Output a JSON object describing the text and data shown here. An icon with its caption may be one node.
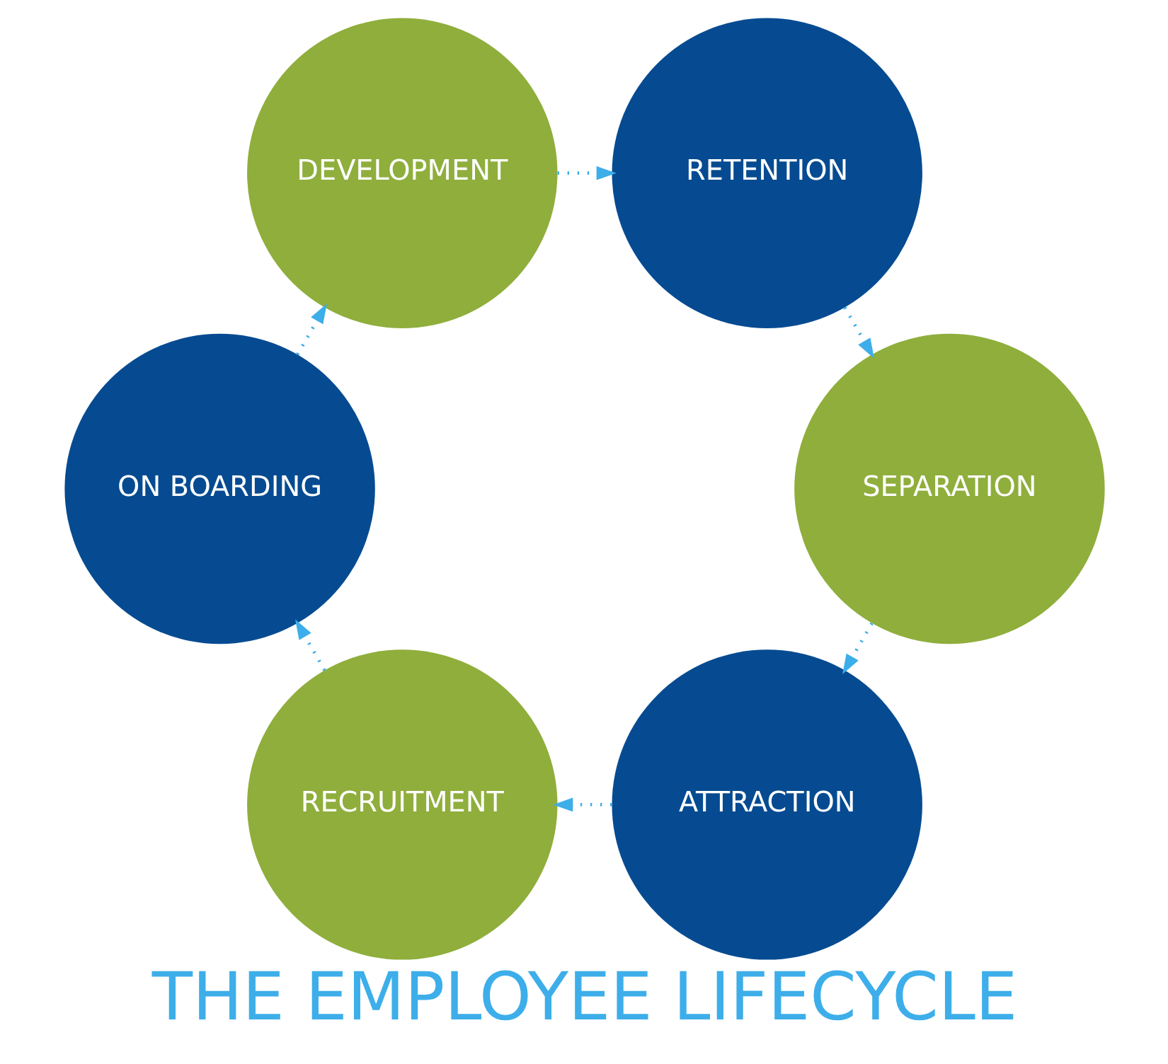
{
  "diagram": {
    "title": "THE EMPLOYEE LIFECYCLE",
    "nodes": [
      {
        "text": [
          "ATTRACTION"
        ]
      },
      {
        "text": [
          "RECRUITMENT"
        ]
      },
      {
        "text": [
          "ON BOARDING"
        ]
      },
      {
        "text": [
          "DEVELOPMENT"
        ]
      },
      {
        "text": [
          "RETENTION"
        ]
      },
      {
        "text": [
          "SEPARATION"
        ]
      }
    ],
    "edges": [
      {
        "from": 0,
        "to": 1,
        "arrow": "to",
        "style": "dashed"
      },
      {
        "from": 1,
        "to": 2,
        "arrow": "to",
        "style": "dashed"
      },
      {
        "from": 2,
        "to": 3,
        "arrow": "to",
        "style": "dashed"
      },
      {
        "from": 3,
        "to": 4,
        "arrow": "to",
        "style": "dashed"
      },
      {
        "from": 4,
        "to": 5,
        "arrow": "to",
        "style": "dashed"
      },
      {
        "from": 5,
        "to": 0,
        "arrow": "to",
        "style": "dashed"
      }
    ]
  }
}
